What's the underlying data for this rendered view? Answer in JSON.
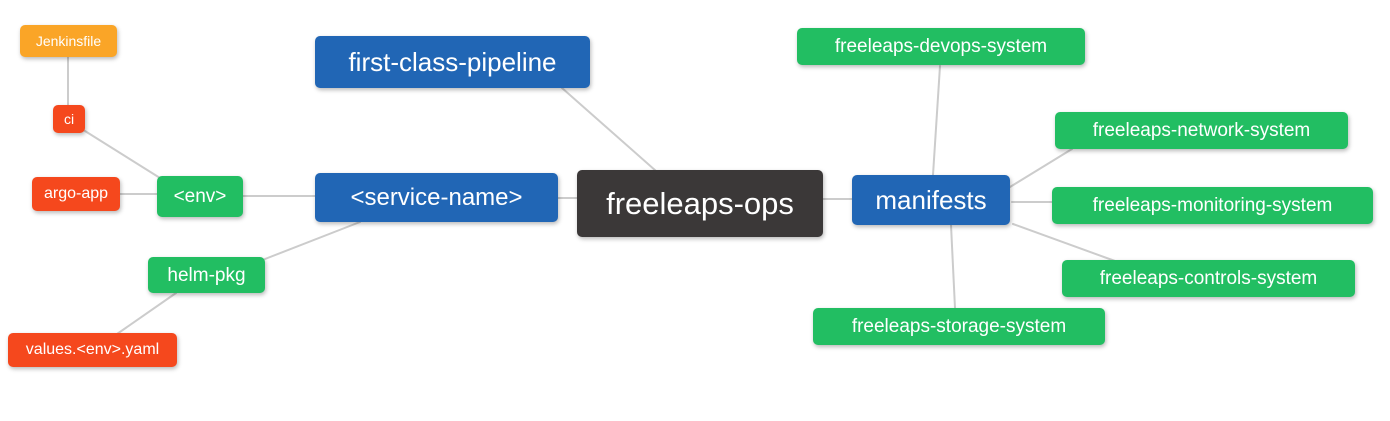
{
  "colors": {
    "blue": "#2166B5",
    "green": "#22BE62",
    "orange": "#FAA527",
    "red": "#F5481D",
    "dark": "#3B3838",
    "edge": "#CCCCCC",
    "background": "#FFFFFF",
    "node_text": "#FFFFFF"
  },
  "nodes": {
    "root": {
      "label": "freeleaps-ops"
    },
    "first_class_pipeline": {
      "label": "first-class-pipeline"
    },
    "service_name": {
      "label": "<service-name>"
    },
    "env": {
      "label": "<env>"
    },
    "ci": {
      "label": "ci"
    },
    "jenkinsfile": {
      "label": "Jenkinsfile"
    },
    "argo_app": {
      "label": "argo-app"
    },
    "helm_pkg": {
      "label": "helm-pkg"
    },
    "values_env_yaml": {
      "label": "values.<env>.yaml"
    },
    "manifests": {
      "label": "manifests"
    },
    "devops_system": {
      "label": "freeleaps-devops-system"
    },
    "network_system": {
      "label": "freeleaps-network-system"
    },
    "monitoring_system": {
      "label": "freeleaps-monitoring-system"
    },
    "controls_system": {
      "label": "freeleaps-controls-system"
    },
    "storage_system": {
      "label": "freeleaps-storage-system"
    }
  },
  "edges": [
    {
      "from": "jenkinsfile",
      "to": "ci"
    },
    {
      "from": "ci",
      "to": "env"
    },
    {
      "from": "argo_app",
      "to": "env"
    },
    {
      "from": "env",
      "to": "service_name"
    },
    {
      "from": "first_class_pipeline",
      "to": "root"
    },
    {
      "from": "service_name",
      "to": "root"
    },
    {
      "from": "root",
      "to": "manifests"
    },
    {
      "from": "service_name",
      "to": "helm_pkg"
    },
    {
      "from": "helm_pkg",
      "to": "values_env_yaml"
    },
    {
      "from": "manifests",
      "to": "devops_system"
    },
    {
      "from": "manifests",
      "to": "network_system"
    },
    {
      "from": "manifests",
      "to": "monitoring_system"
    },
    {
      "from": "manifests",
      "to": "controls_system"
    },
    {
      "from": "manifests",
      "to": "storage_system"
    }
  ]
}
